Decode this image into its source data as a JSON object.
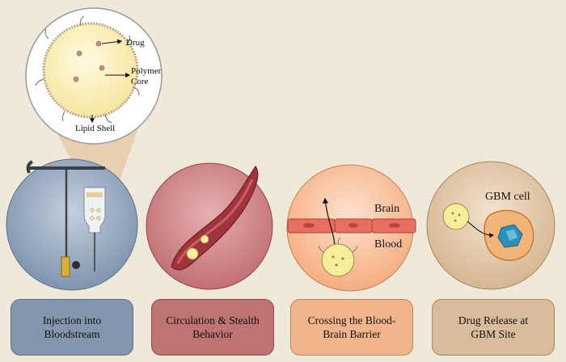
{
  "zoom_labels": {
    "drug": "Drug",
    "polymer_core": "Polymer\nCore",
    "lipid_shell": "Lipid Shell"
  },
  "stage_labels": {
    "brain": "Brain",
    "blood": "Blood",
    "gbm_cell": "GBM cell"
  },
  "steps": [
    {
      "label": "Injection into\nBloodstream",
      "color": "#8496ad"
    },
    {
      "label": "Circulation & Stealth\nBehavior",
      "color": "#c07373"
    },
    {
      "label": "Crossing the Blood-\nBrain Barrier",
      "color": "#f2b48b"
    },
    {
      "label": "Drug Release at\nGBM Site",
      "color": "#d9bc9c"
    }
  ]
}
